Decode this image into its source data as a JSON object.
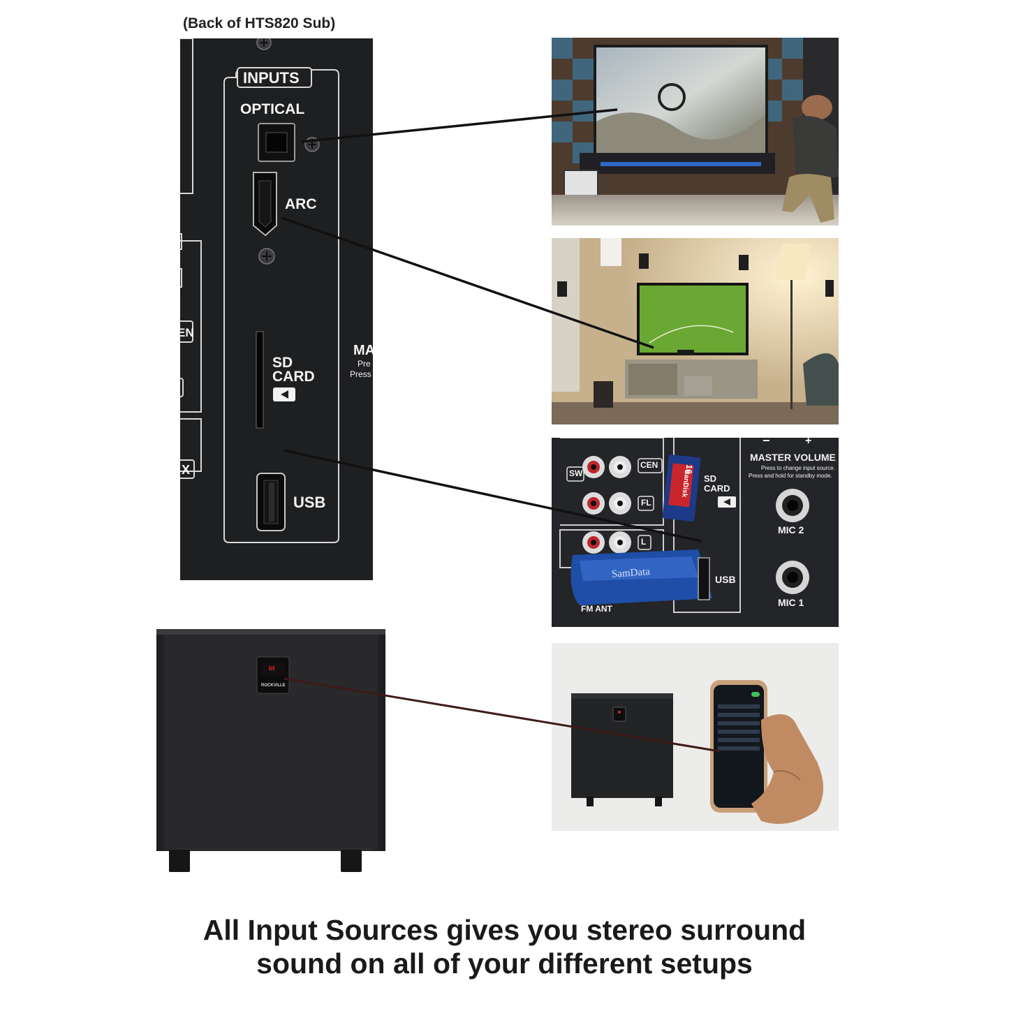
{
  "caption_top": "(Back of HTS820 Sub)",
  "back_panel": {
    "inputs_label": "INPUTS",
    "optical_label": "OPTICAL",
    "arc_label": "ARC",
    "sd_label_line1": "SD",
    "sd_label_line2": "CARD",
    "usb_label": "USB",
    "edge_fragments": [
      "EN",
      "X",
      "MA",
      "Pre",
      "Press"
    ]
  },
  "panel_detail_photo": {
    "master_volume": "MASTER VOLUME",
    "master_volume_sub1": "Press to change input source.",
    "master_volume_sub2": "Press and hold for standby mode.",
    "sd_line1": "SD",
    "sd_line2": "CARD",
    "usb": "USB",
    "mic2": "MIC 2",
    "mic1": "MIC 1",
    "cen": "CEN",
    "fl": "FL",
    "l": "L",
    "sw": "SW",
    "fm_ant": "FM ANT",
    "sd_card_brand": "SanDisk",
    "sd_card_size": "16",
    "usb_brand": "SamData",
    "minus": "−",
    "plus": "+"
  },
  "sub_brand": "ROCKVILLE",
  "display_text": "bt",
  "caption_bottom": [
    "All Input Sources gives you stereo surround",
    "sound on all of your different setups"
  ]
}
